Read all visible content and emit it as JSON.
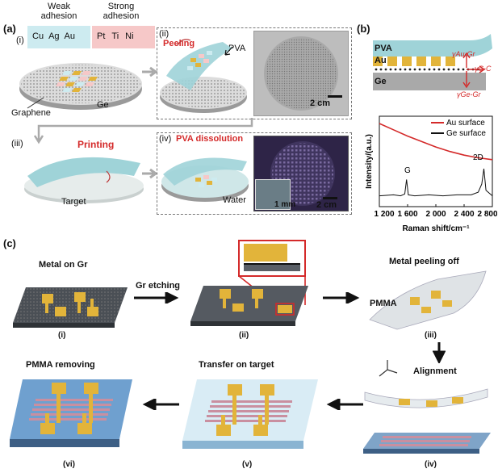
{
  "colors": {
    "accent_red": "#d42a2a",
    "pva": "#9fd3d8",
    "gold": "#e2b43a",
    "ge_gray": "#a9a9a9",
    "weak_box": "#cdebf0",
    "strong_box": "#f6c8c8"
  },
  "panel_a": {
    "letter": "(a)",
    "sub_i": "(i)",
    "sub_ii": "(ii)",
    "sub_iii": "(iii)",
    "sub_iv": "(iv)",
    "weak_title_1": "Weak",
    "weak_title_2": "adhesion",
    "strong_title_1": "Strong",
    "strong_title_2": "adhesion",
    "weak_metals": [
      "Cu",
      "Ag",
      "Au"
    ],
    "strong_metals": [
      "Pt",
      "Ti",
      "Ni"
    ],
    "graphene": "Graphene",
    "ge": "Ge",
    "peeling": "Peeling",
    "pva": "PVA",
    "scale_2cm_a": "2 cm",
    "printing": "Printing",
    "target": "Target",
    "pva_dissolution": "PVA dissolution",
    "water": "Water",
    "scale_1mm": "1 mm",
    "scale_2cm_b": "2 cm"
  },
  "panel_b": {
    "letter": "(b)",
    "pva": "PVA",
    "au": "Au",
    "ge": "Ge",
    "gamma_au_gr": "γAu-Gr",
    "gamma_cc": "γC-C",
    "gamma_ge_gr": "γGe-Gr",
    "g_peak": "G",
    "d2_peak": "2D"
  },
  "chart_data": {
    "type": "line",
    "xlabel": "Raman shift/cm⁻¹",
    "ylabel": "Intensity/(a.u.)",
    "xlim": [
      1200,
      2800
    ],
    "xticks": [
      1200,
      1600,
      2000,
      2400,
      2800
    ],
    "xtick_labels": [
      "1 200",
      "1 600",
      "2 000",
      "2 400",
      "2 800"
    ],
    "legend_position": "top-right",
    "series": [
      {
        "name": "Au surface",
        "color": "#d42a2a",
        "x": [
          1200,
          1400,
          1600,
          1800,
          2000,
          2200,
          2400,
          2600,
          2800
        ],
        "y": [
          0.92,
          0.85,
          0.78,
          0.72,
          0.66,
          0.61,
          0.57,
          0.54,
          0.52
        ]
      },
      {
        "name": "Ge surface",
        "color": "#111111",
        "x": [
          1200,
          1400,
          1500,
          1560,
          1585,
          1610,
          1700,
          1900,
          2100,
          2300,
          2500,
          2600,
          2650,
          2680,
          2710,
          2800
        ],
        "y": [
          0.12,
          0.13,
          0.12,
          0.14,
          0.3,
          0.13,
          0.12,
          0.13,
          0.12,
          0.13,
          0.13,
          0.16,
          0.25,
          0.42,
          0.18,
          0.12
        ]
      }
    ]
  },
  "panel_c": {
    "letter": "(c)",
    "metal_on_gr": "Metal on Gr",
    "gr_etching": "Gr etching",
    "metal_peeling_off": "Metal peeling off",
    "pmma": "PMMA",
    "alignment": "Alignment",
    "transfer_on_target": "Transfer on target",
    "pmma_removing": "PMMA removing",
    "steps": [
      "(i)",
      "(ii)",
      "(iii)",
      "(iv)",
      "(v)",
      "(vi)"
    ]
  }
}
